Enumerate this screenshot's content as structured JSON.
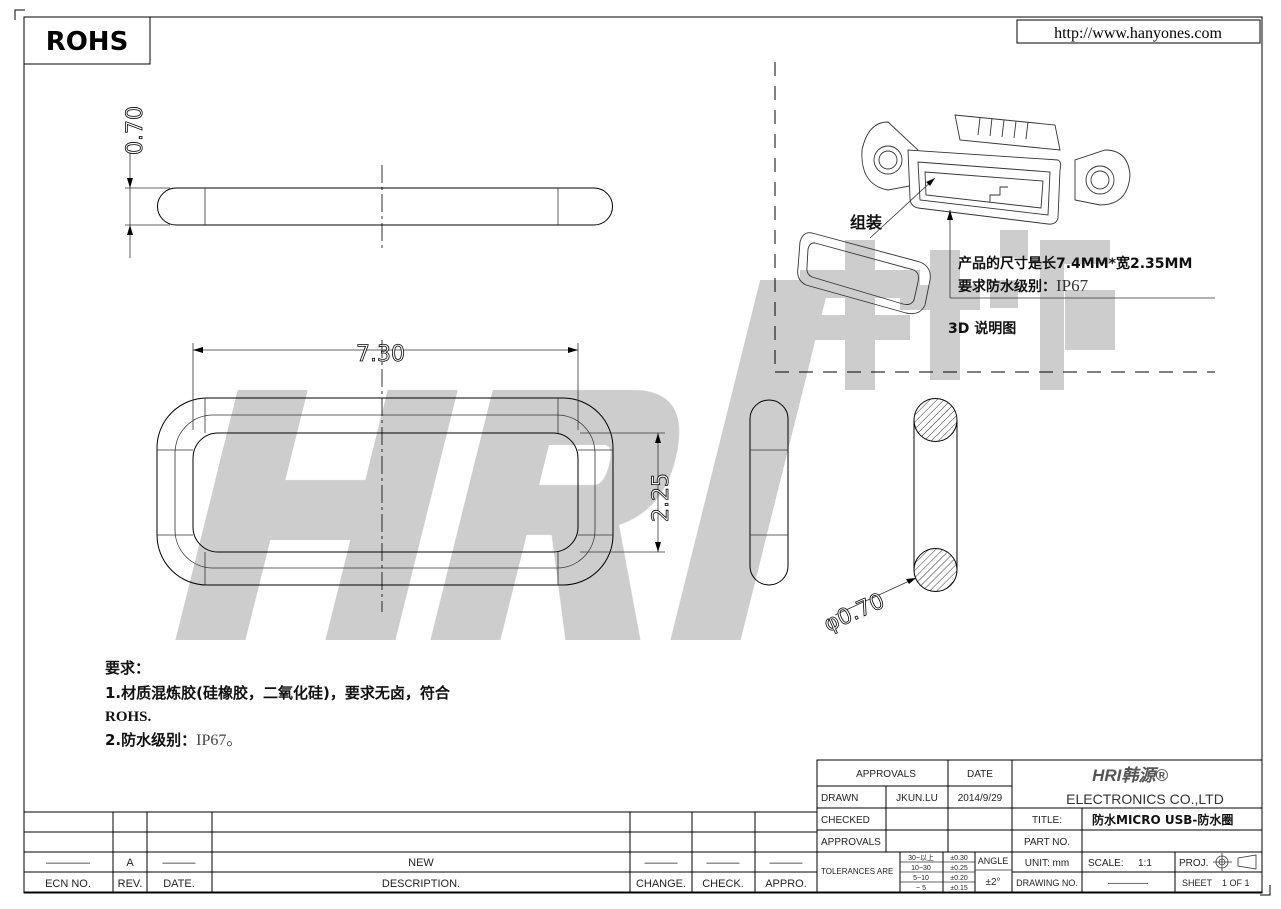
{
  "header": {
    "rohs_label": "ROHS",
    "url": "http://www.hanyones.com"
  },
  "watermark": {
    "text_latin": "HRI",
    "text_cn": "韩源"
  },
  "dimensions": {
    "thickness": "0.70",
    "length": "7.30",
    "width": "2.25",
    "section_dia": "φ0.70"
  },
  "callouts": {
    "assembly": "组装",
    "product_size": "产品的尺寸是长7.4MM*宽2.35MM",
    "waterproof_label": "要求防水级别：",
    "waterproof_value": "IP67",
    "view_label": "3D 说明图"
  },
  "notes": {
    "heading": "要求：",
    "line1": "1.材质混炼胶(硅橡胶，二氧化硅)，要求无卤，符合",
    "line2": "ROHS.",
    "line3_label": "2.防水级别：",
    "line3_value": "IP67。"
  },
  "revision_table": {
    "headers": [
      "ECN NO.",
      "REV.",
      "DATE.",
      "DESCRIPTION.",
      "CHANGE.",
      "CHECK.",
      "APPRO."
    ],
    "row": [
      "————",
      "A",
      "———",
      "NEW",
      "———",
      "———",
      "———"
    ]
  },
  "title_block": {
    "approvals_header": "APPROVALS",
    "date_header": "DATE",
    "drawn_label": "DRAWN",
    "drawn_by": "JKUN.LU",
    "drawn_date": "2014/9/29",
    "checked_label": "CHECKED",
    "approvals_label": "APPROVALS",
    "company_logo": "HRI韩源®",
    "company_name": "ELECTRONICS  CO.,LTD",
    "title_label": "TITLE:",
    "title_value": "防水MICRO USB-防水圈",
    "part_no_label": "PART  NO.",
    "tolerances_label": "TOLERANCES  ARE",
    "tolerances": [
      {
        "range": "30~以上",
        "tol": "±0.30"
      },
      {
        "range": "10~30",
        "tol": "±0.25"
      },
      {
        "range": "5~10",
        "tol": "±0.20"
      },
      {
        "range": "~ 5",
        "tol": "±0.15"
      }
    ],
    "angle_label": "ANGLE",
    "angle_value": "±2°",
    "unit_label": "UNIT:  mm",
    "scale_label": "SCALE:",
    "scale_value": "1:1",
    "proj_label": "PROJ.",
    "drawing_no_label": "DRAWING  NO.",
    "drawing_no_value": "————",
    "sheet_label": "SHEET",
    "sheet_value": "1  OF  1"
  }
}
